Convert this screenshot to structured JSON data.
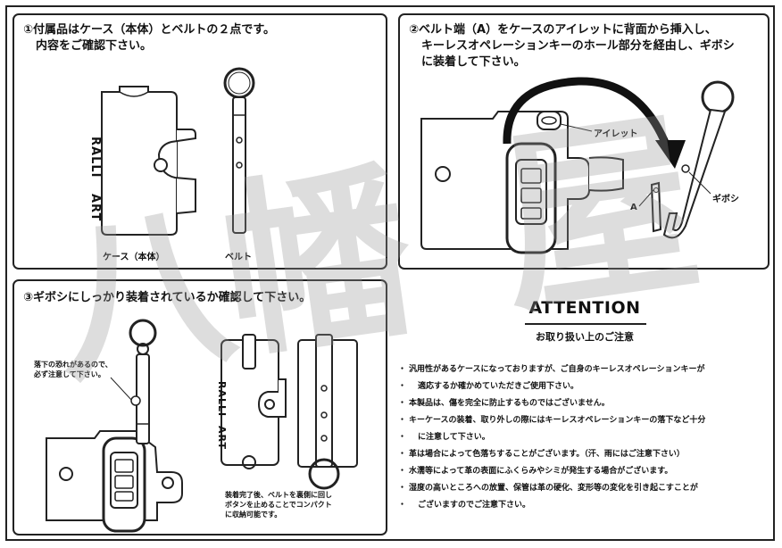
{
  "panel1": {
    "title_line1": "①付属品はケース（本体）とベルトの２点です。",
    "title_line2": "内容をご確認下さい。",
    "case_caption": "ケース（本体）",
    "belt_caption": "ベルト",
    "case_logo_top": "RALLI",
    "case_logo_bottom": "ART"
  },
  "panel2": {
    "title_line1": "②ベルト端（A）をケースのアイレットに背面から挿入し、",
    "title_line2": "キーレスオペレーションキーのホール部分を経由し、ギボシ",
    "title_line3": "に装着して下さい。",
    "label_eyelet": "アイレット",
    "label_a": "A",
    "label_giboshi": "ギボシ"
  },
  "panel3": {
    "title": "③ギボシにしっかり装着されているか確認して下さい。",
    "warning_line1": "落下の恐れがあるので、",
    "warning_line2": "必ず注意して下さい。",
    "done_line1": "装着完了後、ベルトを裏側に回し",
    "done_line2": "ボタンを止めることでコンパクト",
    "done_line3": "に収納可能です。",
    "case_logo_top": "RALLI",
    "case_logo_bottom": "ART"
  },
  "attention": {
    "title": "ATTENTION",
    "subtitle": "お取り扱い上のご注意",
    "notes": [
      "汎用性があるケースになっておりますが、ご自身のキーレスオペレーションキーが",
      "適応するか確かめていただきご使用下さい。",
      "本製品は、傷を完全に防止するものではございません。",
      "キーケースの装着、取り外しの際にはキーレスオペレーションキーの落下など十分",
      "に注意して下さい。",
      "革は場合によって色落ちすることがございます。（汗、雨にはご注意下さい）",
      "水濡等によって革の表面にふくらみやシミが発生する場合がございます。",
      "湿度の高いところへの放置、保管は革の硬化、変形等の変化を引き起こすことが",
      "ございますのでご注意下さい。"
    ]
  },
  "watermark": {
    "char1": "八",
    "char2": "幡",
    "char3": "屋"
  }
}
